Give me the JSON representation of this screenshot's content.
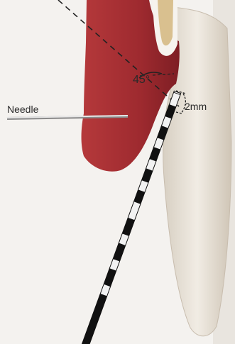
{
  "labels": {
    "needle": "Needle",
    "angle": "45°",
    "gap": "2mm"
  },
  "colors": {
    "background": "#f4f2ef",
    "gingiva": "#9e2a2f",
    "tooth": "#ece6dc",
    "bone": "#d9c08f",
    "probe_dark": "#111111",
    "probe_light": "#f2f2f2",
    "needle": "#cfcfcf",
    "line": "#222222"
  }
}
